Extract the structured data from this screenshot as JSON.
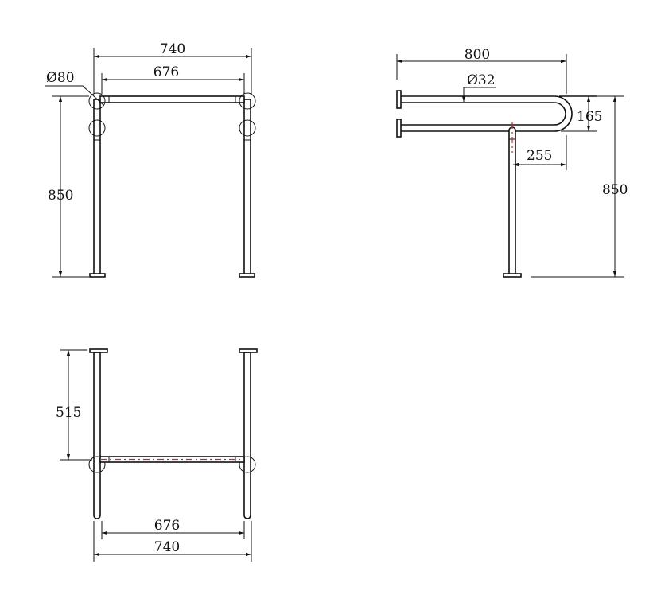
{
  "front_view": {
    "overall_width": "740",
    "inner_width": "676",
    "flange_diameter": "Ø80",
    "height": "850"
  },
  "side_view": {
    "depth": "800",
    "tube_diameter": "Ø32",
    "rail_spacing": "165",
    "post_offset": "255",
    "height": "850"
  },
  "top_view": {
    "depth": "515",
    "inner_width": "676",
    "overall_width": "740"
  },
  "colors": {
    "line": "#111111",
    "centerline": "#e02020"
  }
}
